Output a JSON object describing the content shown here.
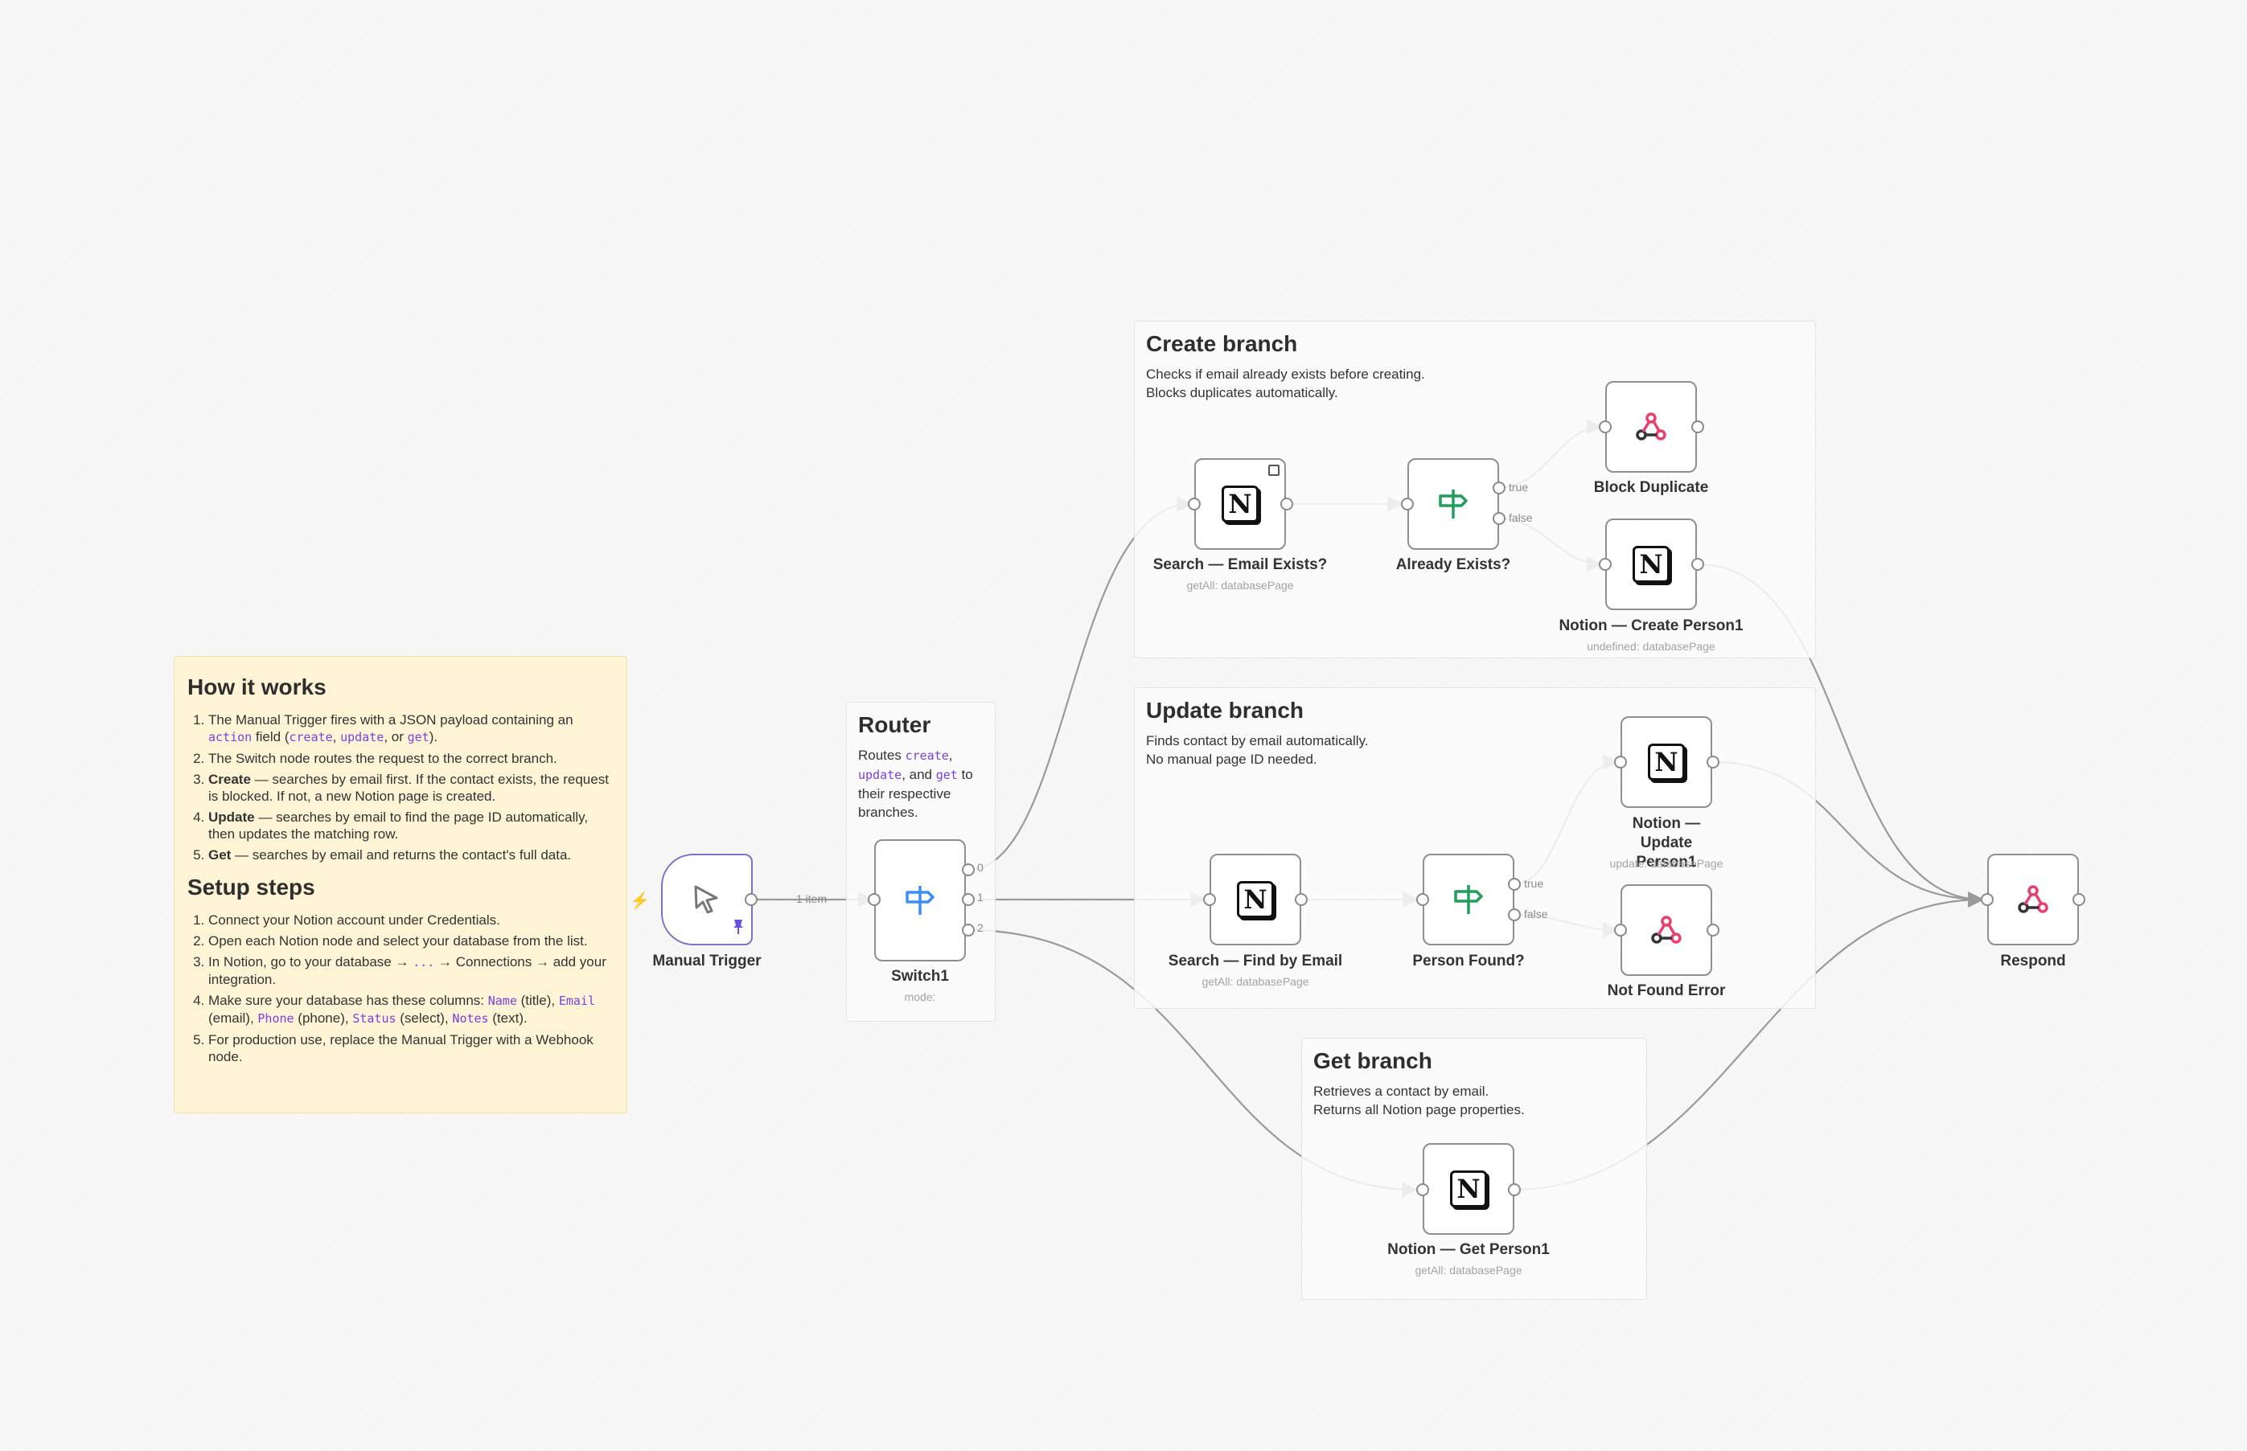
{
  "sticky_main": {
    "title_how": "How it works",
    "how_steps": [
      [
        "The Manual Trigger fires with a JSON payload containing an ",
        {
          "code": "action"
        },
        " field (",
        {
          "code": "create"
        },
        ", ",
        {
          "code": "update"
        },
        ", or ",
        {
          "code": "get"
        },
        ")."
      ],
      [
        "The Switch node routes the request to the correct branch."
      ],
      [
        {
          "b": "Create"
        },
        " — searches by email first. If the contact exists, the request is blocked. If not, a new Notion page is created."
      ],
      [
        {
          "b": "Update"
        },
        " — searches by email to find the page ID automatically, then updates the matching row."
      ],
      [
        {
          "b": "Get"
        },
        " — searches by email and returns the contact's full data."
      ]
    ],
    "title_setup": "Setup steps",
    "setup_steps": [
      [
        "Connect your Notion account under Credentials."
      ],
      [
        "Open each Notion node and select your database from the list."
      ],
      [
        "In Notion, go to your database → ",
        {
          "code": "..."
        },
        " → Connections → add your integration."
      ],
      [
        "Make sure your database has these columns: ",
        {
          "code": "Name"
        },
        " (title), ",
        {
          "code": "Email"
        },
        " (email), ",
        {
          "code": "Phone"
        },
        " (phone), ",
        {
          "code": "Status"
        },
        " (select), ",
        {
          "code": "Notes"
        },
        " (text)."
      ],
      [
        "For production use, replace the Manual Trigger with a Webhook node."
      ]
    ]
  },
  "router_note": {
    "title": "Router",
    "desc": [
      "Routes ",
      {
        "code": "create"
      },
      ", ",
      {
        "code": "update"
      },
      ", and ",
      {
        "code": "get"
      },
      " to their respective branches."
    ]
  },
  "create_branch": {
    "title": "Create branch",
    "desc": "Checks if email already exists before creating.\nBlocks duplicates automatically."
  },
  "update_branch": {
    "title": "Update branch",
    "desc": "Finds contact by email automatically.\nNo manual page ID needed."
  },
  "get_branch": {
    "title": "Get branch",
    "desc": "Retrieves a contact by email.\nReturns all Notion page properties."
  },
  "nodes": {
    "manual_trigger": {
      "title": "Manual Trigger"
    },
    "switch1": {
      "title": "Switch1",
      "subtitle": "mode:"
    },
    "search_email_exists": {
      "title": "Search — Email Exists?",
      "subtitle": "getAll: databasePage"
    },
    "already_exists": {
      "title": "Already Exists?"
    },
    "block_duplicate": {
      "title": "Block Duplicate"
    },
    "notion_create": {
      "title": "Notion — Create Person1",
      "subtitle": "undefined: databasePage"
    },
    "search_find_email": {
      "title": "Search — Find by Email",
      "subtitle": "getAll: databasePage"
    },
    "person_found": {
      "title": "Person Found?"
    },
    "notion_update": {
      "title": "Notion — Update Person1",
      "subtitle": "update: databasePage"
    },
    "not_found_error": {
      "title": "Not Found Error"
    },
    "notion_get": {
      "title": "Notion — Get Person1",
      "subtitle": "getAll: databasePage"
    },
    "respond": {
      "title": "Respond"
    }
  },
  "labels": {
    "items": "1 item",
    "out0": "0",
    "out1": "1",
    "out2": "2",
    "true1": "true",
    "false1": "false",
    "true2": "true",
    "false2": "false"
  },
  "colors": {
    "edge": "#9a9a9a",
    "switch_if": "#1f9e5c",
    "switch_router": "#3d8ef0",
    "webhook": "#e8406e",
    "trigger_border": "#7b72c9",
    "sticky_bg": "#fff5d6"
  }
}
